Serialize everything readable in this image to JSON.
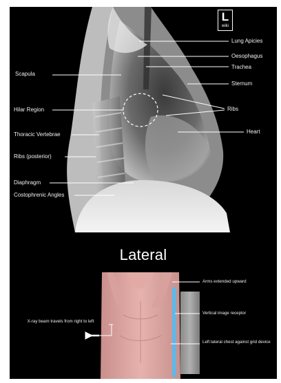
{
  "logo": {
    "letter": "L",
    "word": "wiki"
  },
  "xray_labels": {
    "lung_apicies": "Lung Apicies",
    "oesophagus": "Oesophagus",
    "trachea": "Trachea",
    "sternum": "Sternum",
    "ribs": "Ribs",
    "heart": "Heart",
    "scapula": "Scapula",
    "hilar_region": "Hilar Region",
    "thoracic_vertebrae": "Thoracic Vertebrae",
    "ribs_posterior": "Ribs (posterior)",
    "diaphragm": "Diaphragm",
    "costophrenic_angles": "Costophrenic Angles"
  },
  "positioning": {
    "title": "Lateral",
    "arms": "Arms extended upward",
    "receptor": "Vertical image receptor",
    "chest": "Left lateral chest against grid device",
    "beam": "X-ray beam travels from right to left"
  }
}
